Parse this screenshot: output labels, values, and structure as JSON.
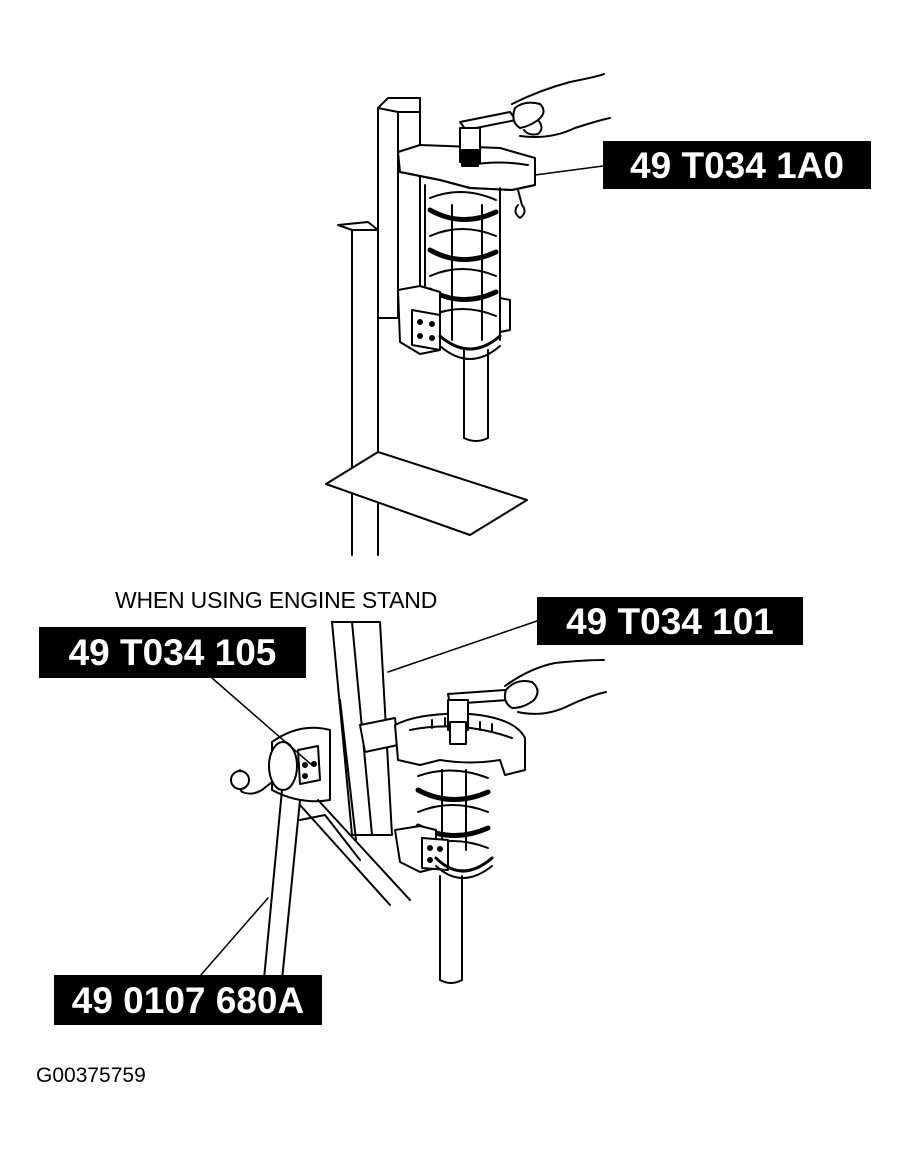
{
  "callouts": {
    "top_tool": "49 T034 1A0",
    "bottom_tool": "49 T034 101",
    "attachment": "49 T034 105",
    "stand": "49 0107 680A"
  },
  "caption": "WHEN USING ENGINE STAND",
  "figure_id": "G00375759",
  "colors": {
    "ink": "#000000",
    "paper": "#ffffff",
    "label_text": "#ffffff"
  }
}
